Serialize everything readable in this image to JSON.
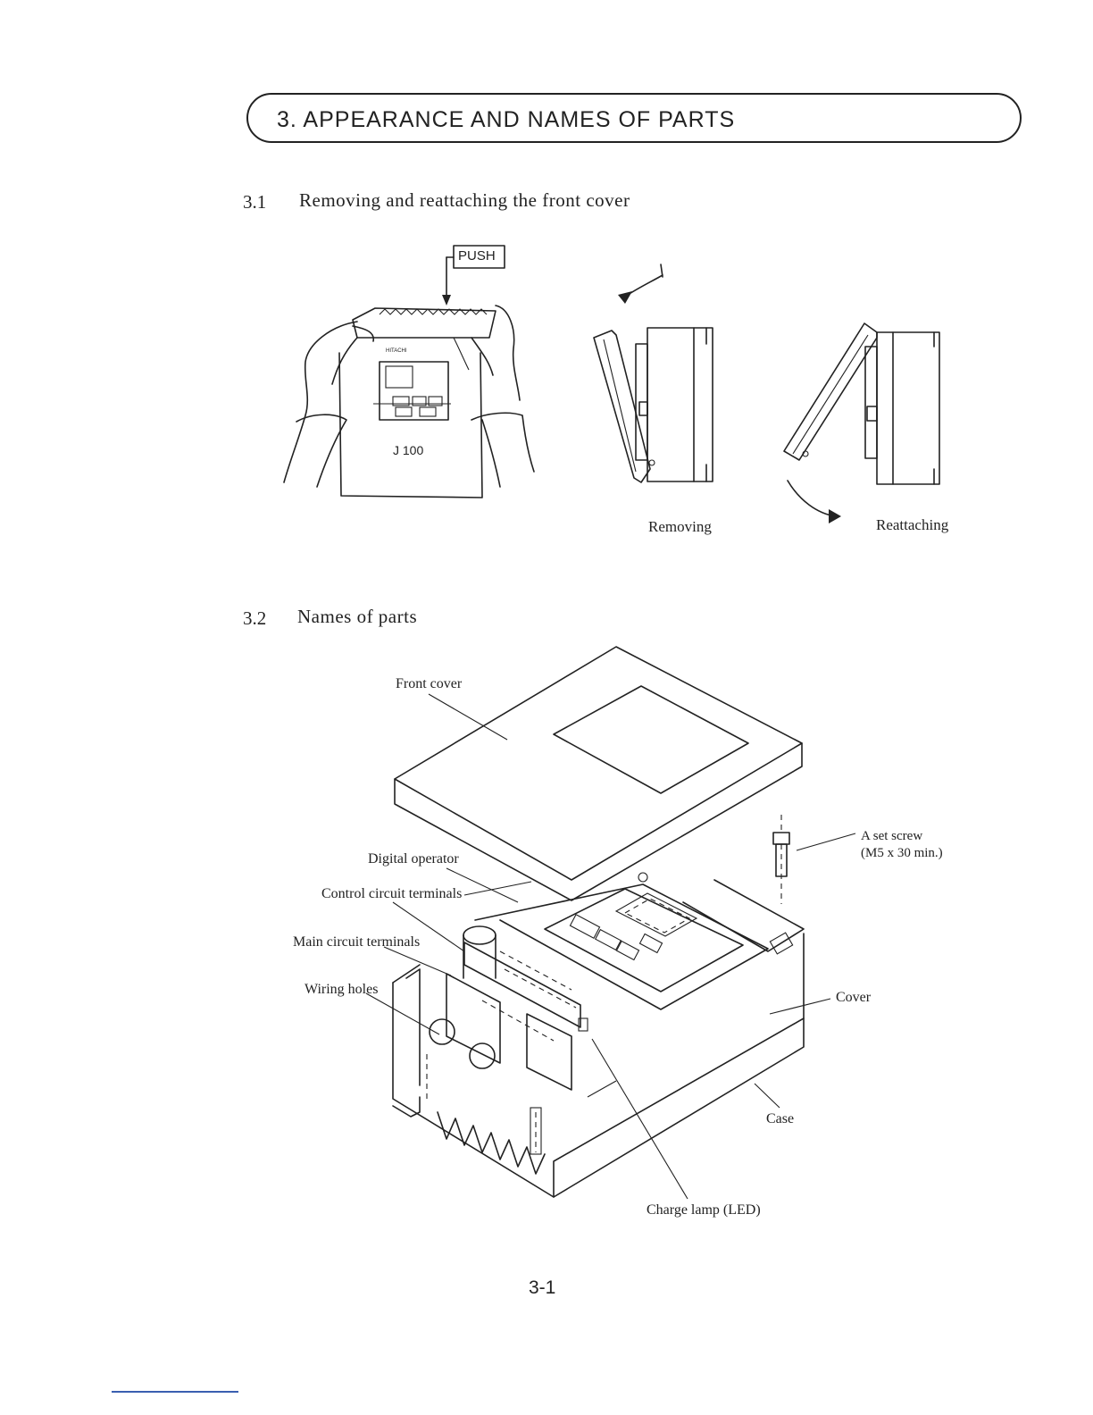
{
  "chapter": {
    "title": "3. APPEARANCE AND NAMES OF PARTS"
  },
  "section1": {
    "number": "3.1",
    "title": "Removing and reattaching the front cover",
    "push_label": "PUSH",
    "model_label": "J 100",
    "brand_label": "HITACHI",
    "caption_removing": "Removing",
    "caption_reattaching": "Reattaching"
  },
  "section2": {
    "number": "3.2",
    "title": "Names of parts",
    "labels": {
      "front_cover": "Front cover",
      "digital_operator": "Digital operator",
      "control_circuit_terminals": "Control circuit terminals",
      "main_circuit_terminals": "Main circuit terminals",
      "wiring_holes": "Wiring holes",
      "set_screw_line1": "A set screw",
      "set_screw_line2": "(M5 x 30 min.)",
      "cover": "Cover",
      "case": "Case",
      "charge_lamp": "Charge lamp (LED)"
    }
  },
  "page": {
    "number": "3-1"
  }
}
